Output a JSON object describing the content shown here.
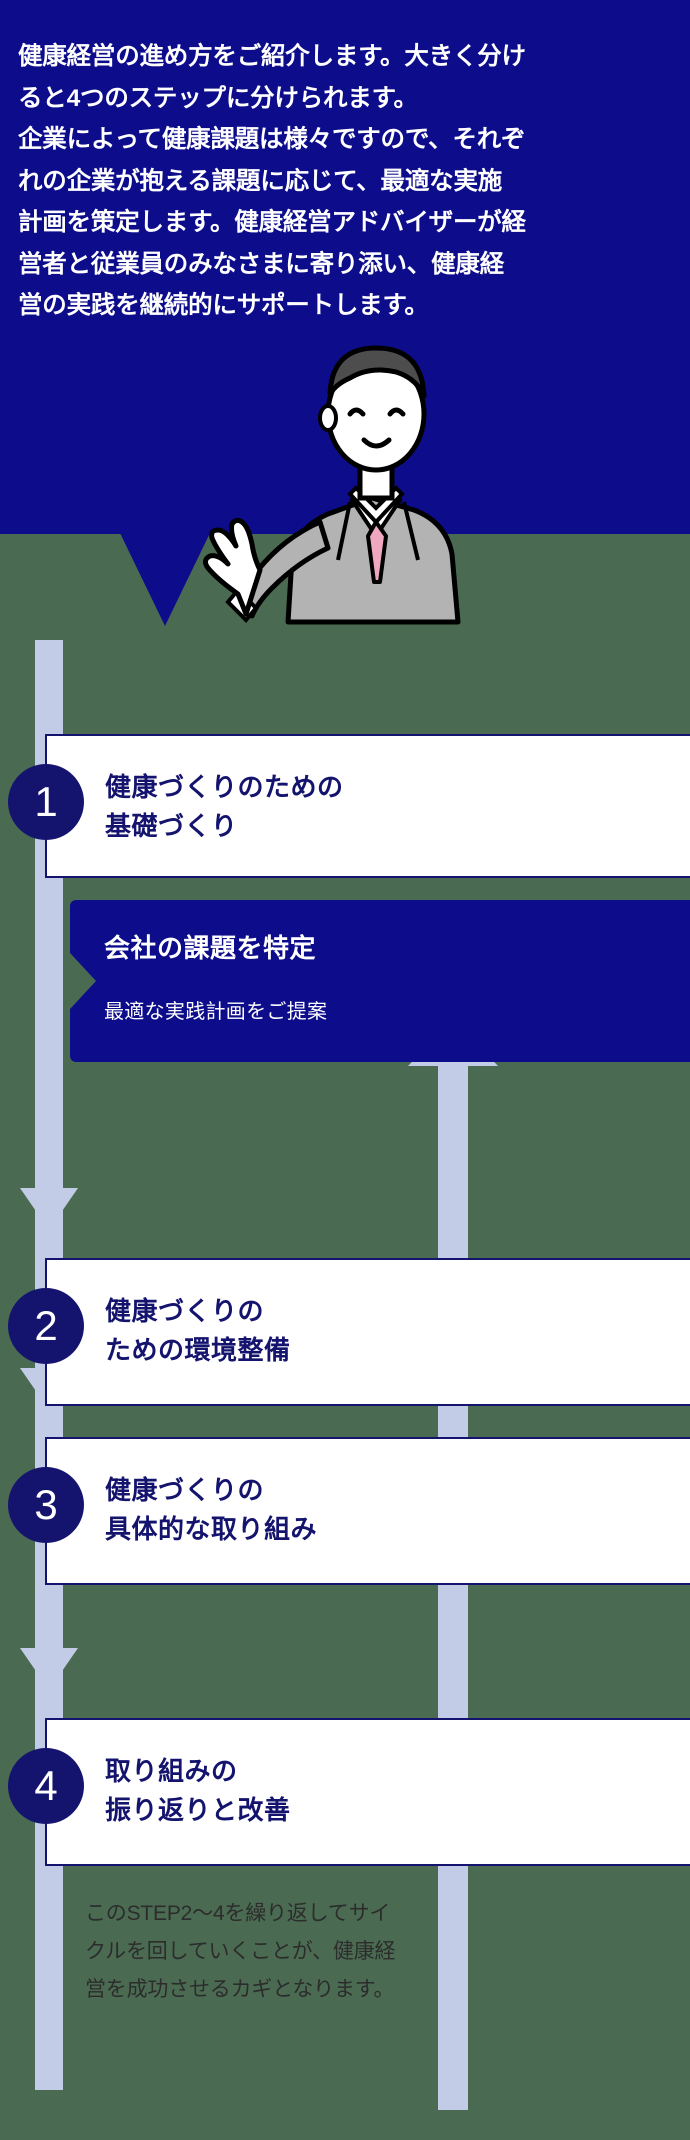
{
  "colors": {
    "background": "#4a6b52",
    "deep_blue": "#0d0d8c",
    "border_blue": "#14146e",
    "arrow_blue": "#c3cce6",
    "white": "#ffffff",
    "note_text": "#2c2c2c"
  },
  "intro": {
    "lines": [
      "健康経営の進め方をご紹介します。大きく分け",
      "ると4つのステップに分けられます。",
      "企業によって健康課題は様々ですので、それぞ",
      "れの企業が抱える課題に応じて、最適な実施",
      "計画を策定します。健康経営アドバイザーが経",
      "営者と従業員のみなさまに寄り添い、健康経",
      "営の実践を継続的にサポートします。"
    ]
  },
  "illustration": {
    "alt": "businessman-presenting",
    "suit_color": "#b3b3b3",
    "tie_color": "#f0a8c0",
    "hair_color": "#4d4d4d",
    "skin_color": "#ffffff"
  },
  "steps": [
    {
      "number": "1",
      "lines": [
        "健康づくりのための",
        "基礎づくり"
      ]
    },
    {
      "number": "2",
      "lines": [
        "健康づくりの",
        "ための環境整備"
      ]
    },
    {
      "number": "3",
      "lines": [
        "健康づくりの",
        "具体的な取り組み"
      ]
    },
    {
      "number": "4",
      "lines": [
        "取り組みの",
        "振り返りと改善"
      ]
    }
  ],
  "highlight": {
    "title": "会社の課題を特定",
    "subtitle": "最適な実践計画をご提案"
  },
  "note": {
    "lines": [
      "このSTEP2〜4を繰り返してサイ",
      "クルを回していくことが、健康経",
      "営を成功させるカギとなります。"
    ]
  }
}
